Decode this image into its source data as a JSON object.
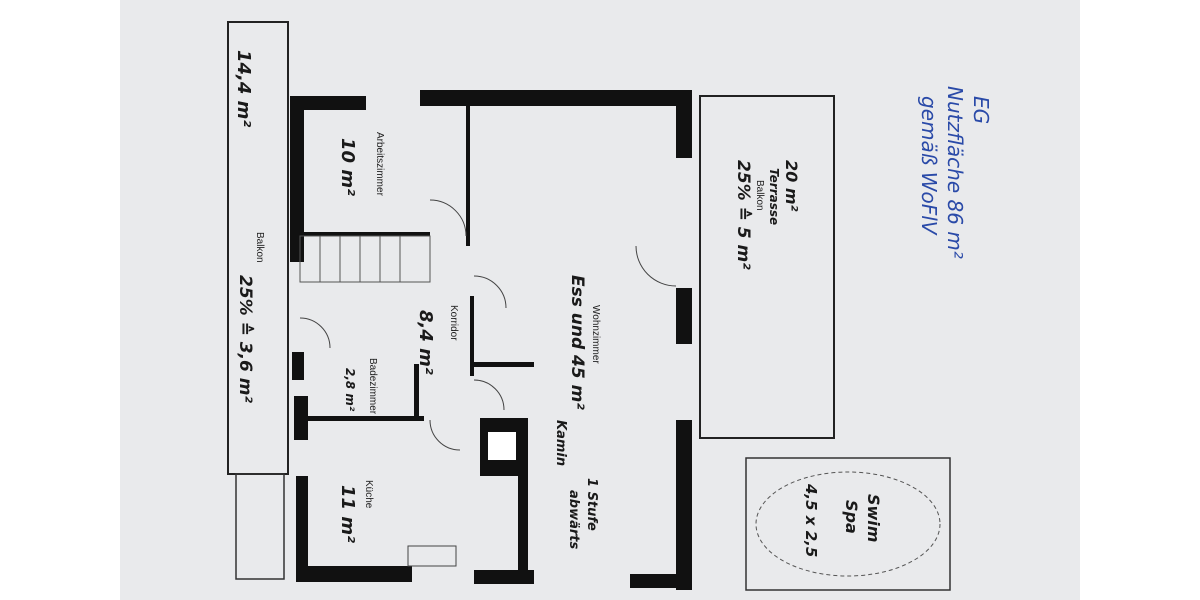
{
  "note": {
    "line1": "EG",
    "line2": "Nutzfläche 86 m²",
    "line3": "gemäß WoFlV",
    "color": "#2a4aa8"
  },
  "rooms": {
    "balkon_left": {
      "label": "Balkon",
      "area": "14,4 m²",
      "calc": "25% ≙ 3,6 m²"
    },
    "arbeitszimmer": {
      "label": "Arbeitszimmer",
      "area": "10 m²"
    },
    "korridor": {
      "label": "Korridor",
      "area": "8,4 m²"
    },
    "badezimmer": {
      "label": "Badezimmer",
      "area": "2,8 m²"
    },
    "kueche": {
      "label": "Küche",
      "area": "11 m²"
    },
    "wohnzimmer": {
      "label": "Wohnzimmer",
      "area": "Ess und 45 m²"
    },
    "kamin": {
      "label": "Kamin"
    },
    "stufe": {
      "line1": "1 Stufe",
      "line2": "abwärts"
    },
    "balkon_right": {
      "label": "Balkon",
      "area": "20 m²",
      "type": "Terrasse",
      "calc": "25% ≙ 5 m²"
    },
    "swimspa": {
      "line1": "Swim",
      "line2": "Spa",
      "size": "4,5 x 2,5"
    }
  }
}
